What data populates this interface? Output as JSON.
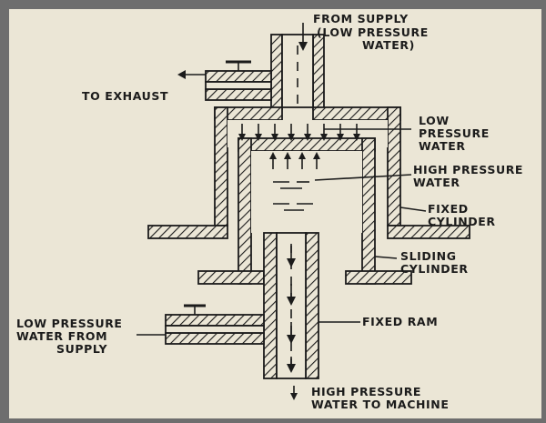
{
  "labels": {
    "from_supply": "FROM SUPPLY",
    "low_pressure_water_supply": "(LOW PRESSURE",
    "water_close": "WATER)",
    "to_exhaust": "TO EXHAUST",
    "low": "LOW",
    "pressure_1": "PRESSURE",
    "water_1": "WATER",
    "high_pressure": "HIGH PRESSURE",
    "water_2": "WATER",
    "fixed": "FIXED",
    "cylinder_1": "CYLINDER",
    "sliding": "SLIDING",
    "cylinder_2": "CYLINDER",
    "fixed_ram": "FIXED RAM",
    "low_pressure_left": "LOW PRESSURE",
    "water_from": "WATER FROM",
    "supply_left": "SUPPLY",
    "high_pressure_bottom": "HIGH PRESSURE",
    "water_to_machine": "WATER TO MACHINE"
  },
  "colors": {
    "paper": "#ebe6d6",
    "ink": "#1b1b1b",
    "border": "#6e6e6e"
  }
}
